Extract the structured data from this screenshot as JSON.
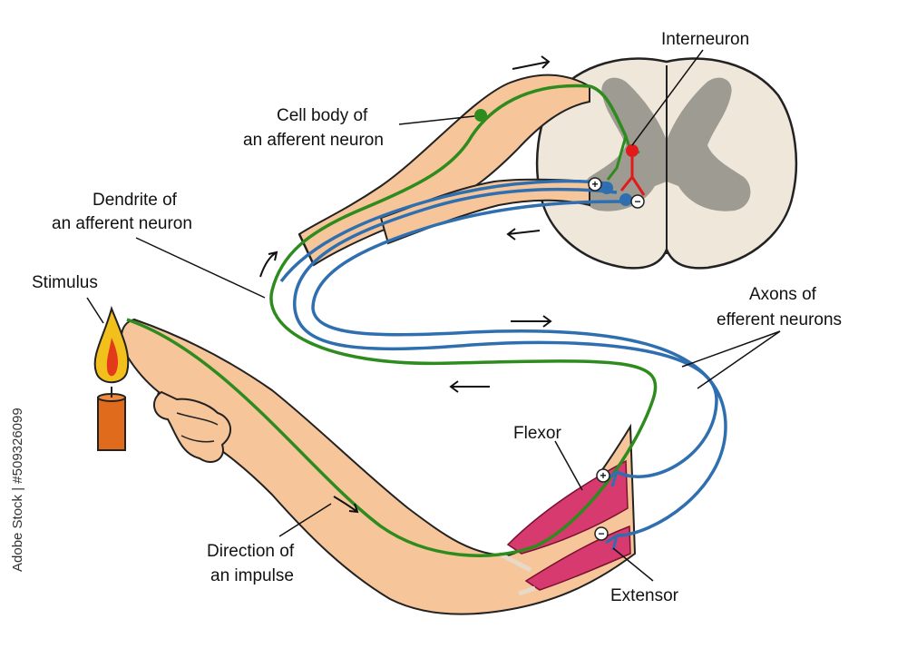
{
  "labels": {
    "interneuron": "Interneuron",
    "cell_body_line1": "Cell body of",
    "cell_body_line2": "an afferent neuron",
    "dendrite_line1": "Dendrite of",
    "dendrite_line2": "an afferent neuron",
    "stimulus": "Stimulus",
    "axons_line1": "Axons of",
    "axons_line2": "efferent neurons",
    "flexor": "Flexor",
    "extensor": "Extensor",
    "direction_line1": "Direction of",
    "direction_line2": "an impulse"
  },
  "signs": {
    "plus": "+",
    "minus": "−"
  },
  "watermark": "Adobe Stock | #509326099",
  "colors": {
    "afferent": "#2e8b1e",
    "efferent": "#2f6fb0",
    "interneuron": "#e11b1b",
    "muscle": "#d63a6e",
    "skin": "#f6c69a",
    "grey_matter": "#9e9b92",
    "white_matter": "#efe7da"
  }
}
